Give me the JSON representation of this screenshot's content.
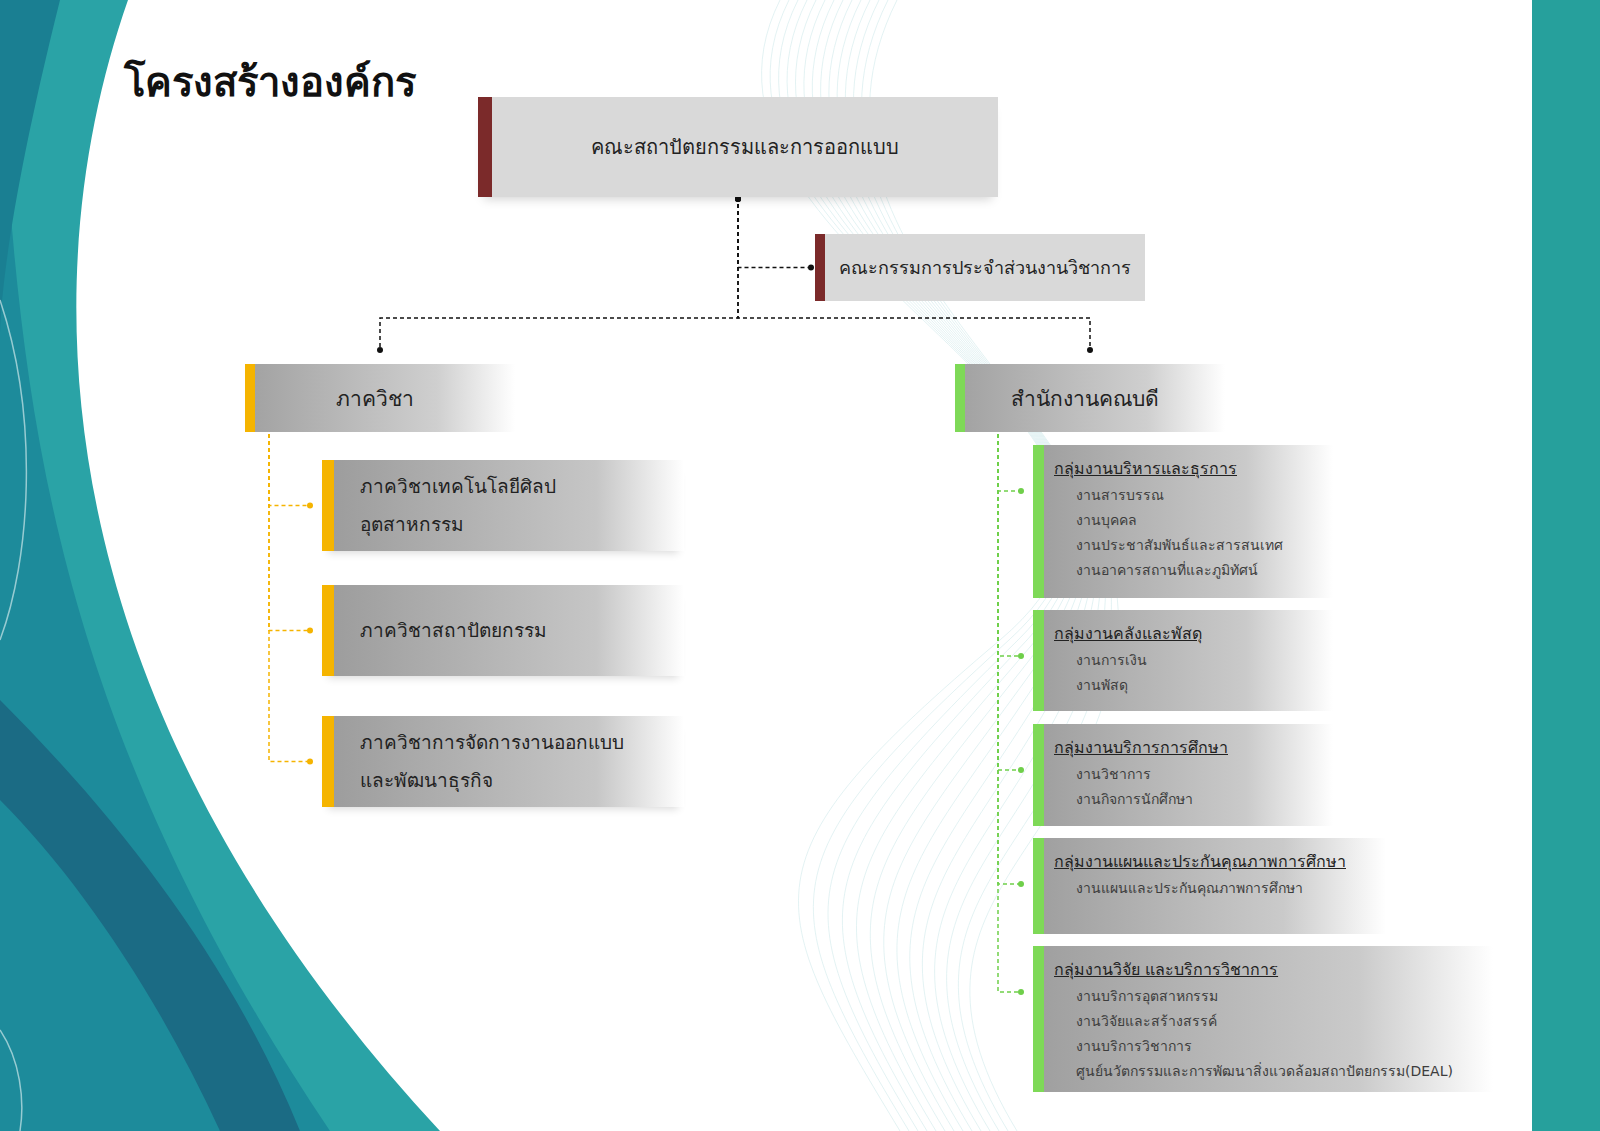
{
  "diagram": {
    "title": "โครงสร้างองค์กร",
    "nodes": [
      {
        "text": [
          "คณะสถาปัตยกรรมและการออกแบบ"
        ]
      },
      {
        "text": [
          "คณะกรรมการประจำส่วนงานวิชาการ"
        ]
      },
      {
        "text": [
          "ภาควิชา"
        ]
      },
      {
        "text": [
          "ภาควิชาเทคโนโลยีศิลปอุตสาหกรรม"
        ]
      },
      {
        "text": [
          "ภาควิชาสถาปัตยกรรม"
        ]
      },
      {
        "text": [
          "ภาควิชาการจัดการงานออกแบบ และพัฒนาธุรกิจ"
        ]
      },
      {
        "text": [
          "สำนักงานคณบดี"
        ]
      },
      {
        "text": [
          "กลุ่มงานบริหารและธุรการ",
          "งานสารบรรณ",
          "งานบุคคล",
          "งานประชาสัมพันธ์และสารสนเทศ",
          "งานอาคารสถานที่และภูมิทัศน์"
        ]
      },
      {
        "text": [
          "กลุ่มงานคลังและพัสดุ",
          "งานการเงิน",
          "งานพัสดุ"
        ]
      },
      {
        "text": [
          "กลุ่มงานบริการการศึกษา",
          "งานวิชาการ",
          "งานกิจการนักศึกษา"
        ]
      },
      {
        "text": [
          "กลุ่มงานแผนและประกันคุณภาพการศึกษา",
          "งานแผนและประกันคุณภาพการศึกษา"
        ]
      },
      {
        "text": [
          "กลุ่มงานวิจัย และบริการวิชาการ",
          "งานบริการอุตสาหกรรม",
          "งานวิจัยและสร้างสรรค์",
          "งานบริการวิชาการ",
          "ศูนย์นวัตกรรมและการพัฒนาสิ่งแวดล้อมสถาปัตยกรรม(DEAL)"
        ]
      }
    ],
    "edges": [
      {
        "from": 0,
        "to": 1,
        "arrow": "none"
      },
      {
        "from": 0,
        "to": 2,
        "arrow": "none"
      },
      {
        "from": 0,
        "to": 6,
        "arrow": "none"
      },
      {
        "from": 2,
        "to": 3,
        "arrow": "none"
      },
      {
        "from": 2,
        "to": 4,
        "arrow": "none"
      },
      {
        "from": 2,
        "to": 5,
        "arrow": "none"
      },
      {
        "from": 6,
        "to": 7,
        "arrow": "none"
      },
      {
        "from": 6,
        "to": 8,
        "arrow": "none"
      },
      {
        "from": 6,
        "to": 9,
        "arrow": "none"
      },
      {
        "from": 6,
        "to": 10,
        "arrow": "none"
      },
      {
        "from": 6,
        "to": 11,
        "arrow": "none"
      }
    ]
  }
}
